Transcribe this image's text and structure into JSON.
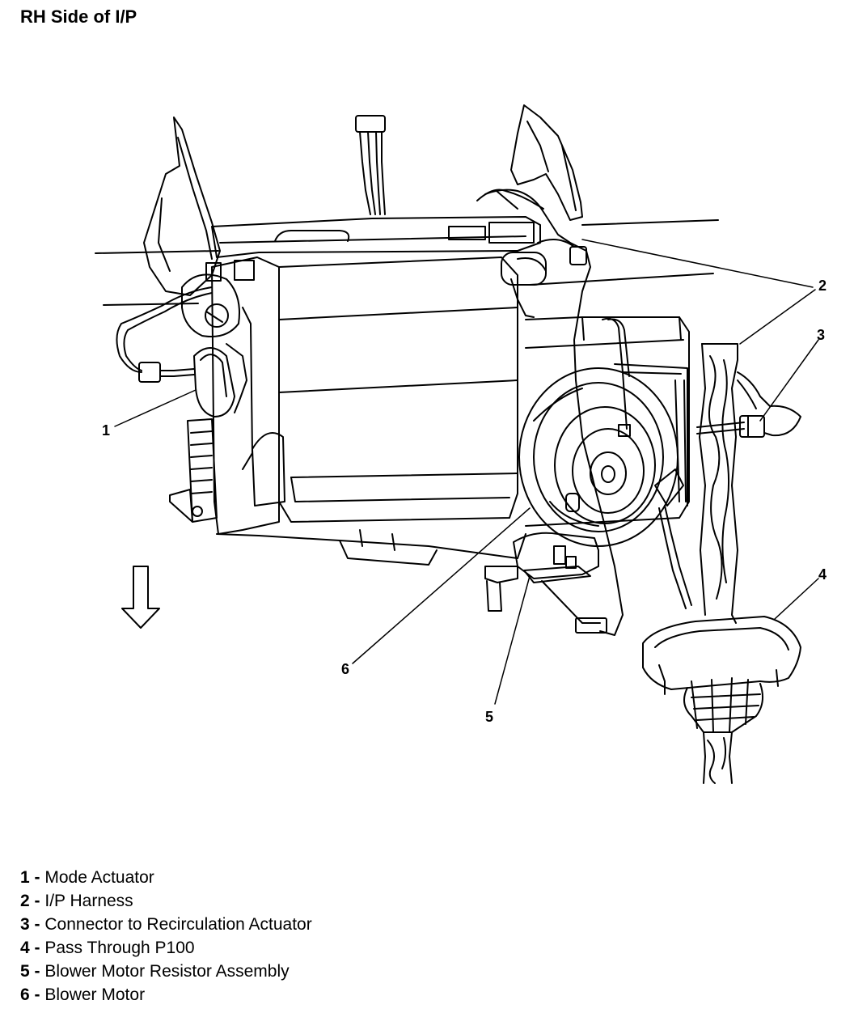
{
  "title": "RH Side of I/P",
  "callouts": [
    "1",
    "2",
    "3",
    "4",
    "5",
    "6"
  ],
  "legend": [
    {
      "num": "1",
      "sep": " - ",
      "text": "Mode Actuator"
    },
    {
      "num": "2",
      "sep": " - ",
      "text": "I/P Harness"
    },
    {
      "num": "3",
      "sep": " - ",
      "text": "Connector to Recirculation Actuator"
    },
    {
      "num": "4",
      "sep": " - ",
      "text": "Pass Through P100"
    },
    {
      "num": "5",
      "sep": " - ",
      "text": "Blower Motor Resistor Assembly"
    },
    {
      "num": "6",
      "sep": " - ",
      "text": "Blower Motor"
    }
  ],
  "colors": {
    "ink": "#000000",
    "background": "#ffffff"
  },
  "icons": {
    "direction_arrow": "down-arrow-icon"
  }
}
